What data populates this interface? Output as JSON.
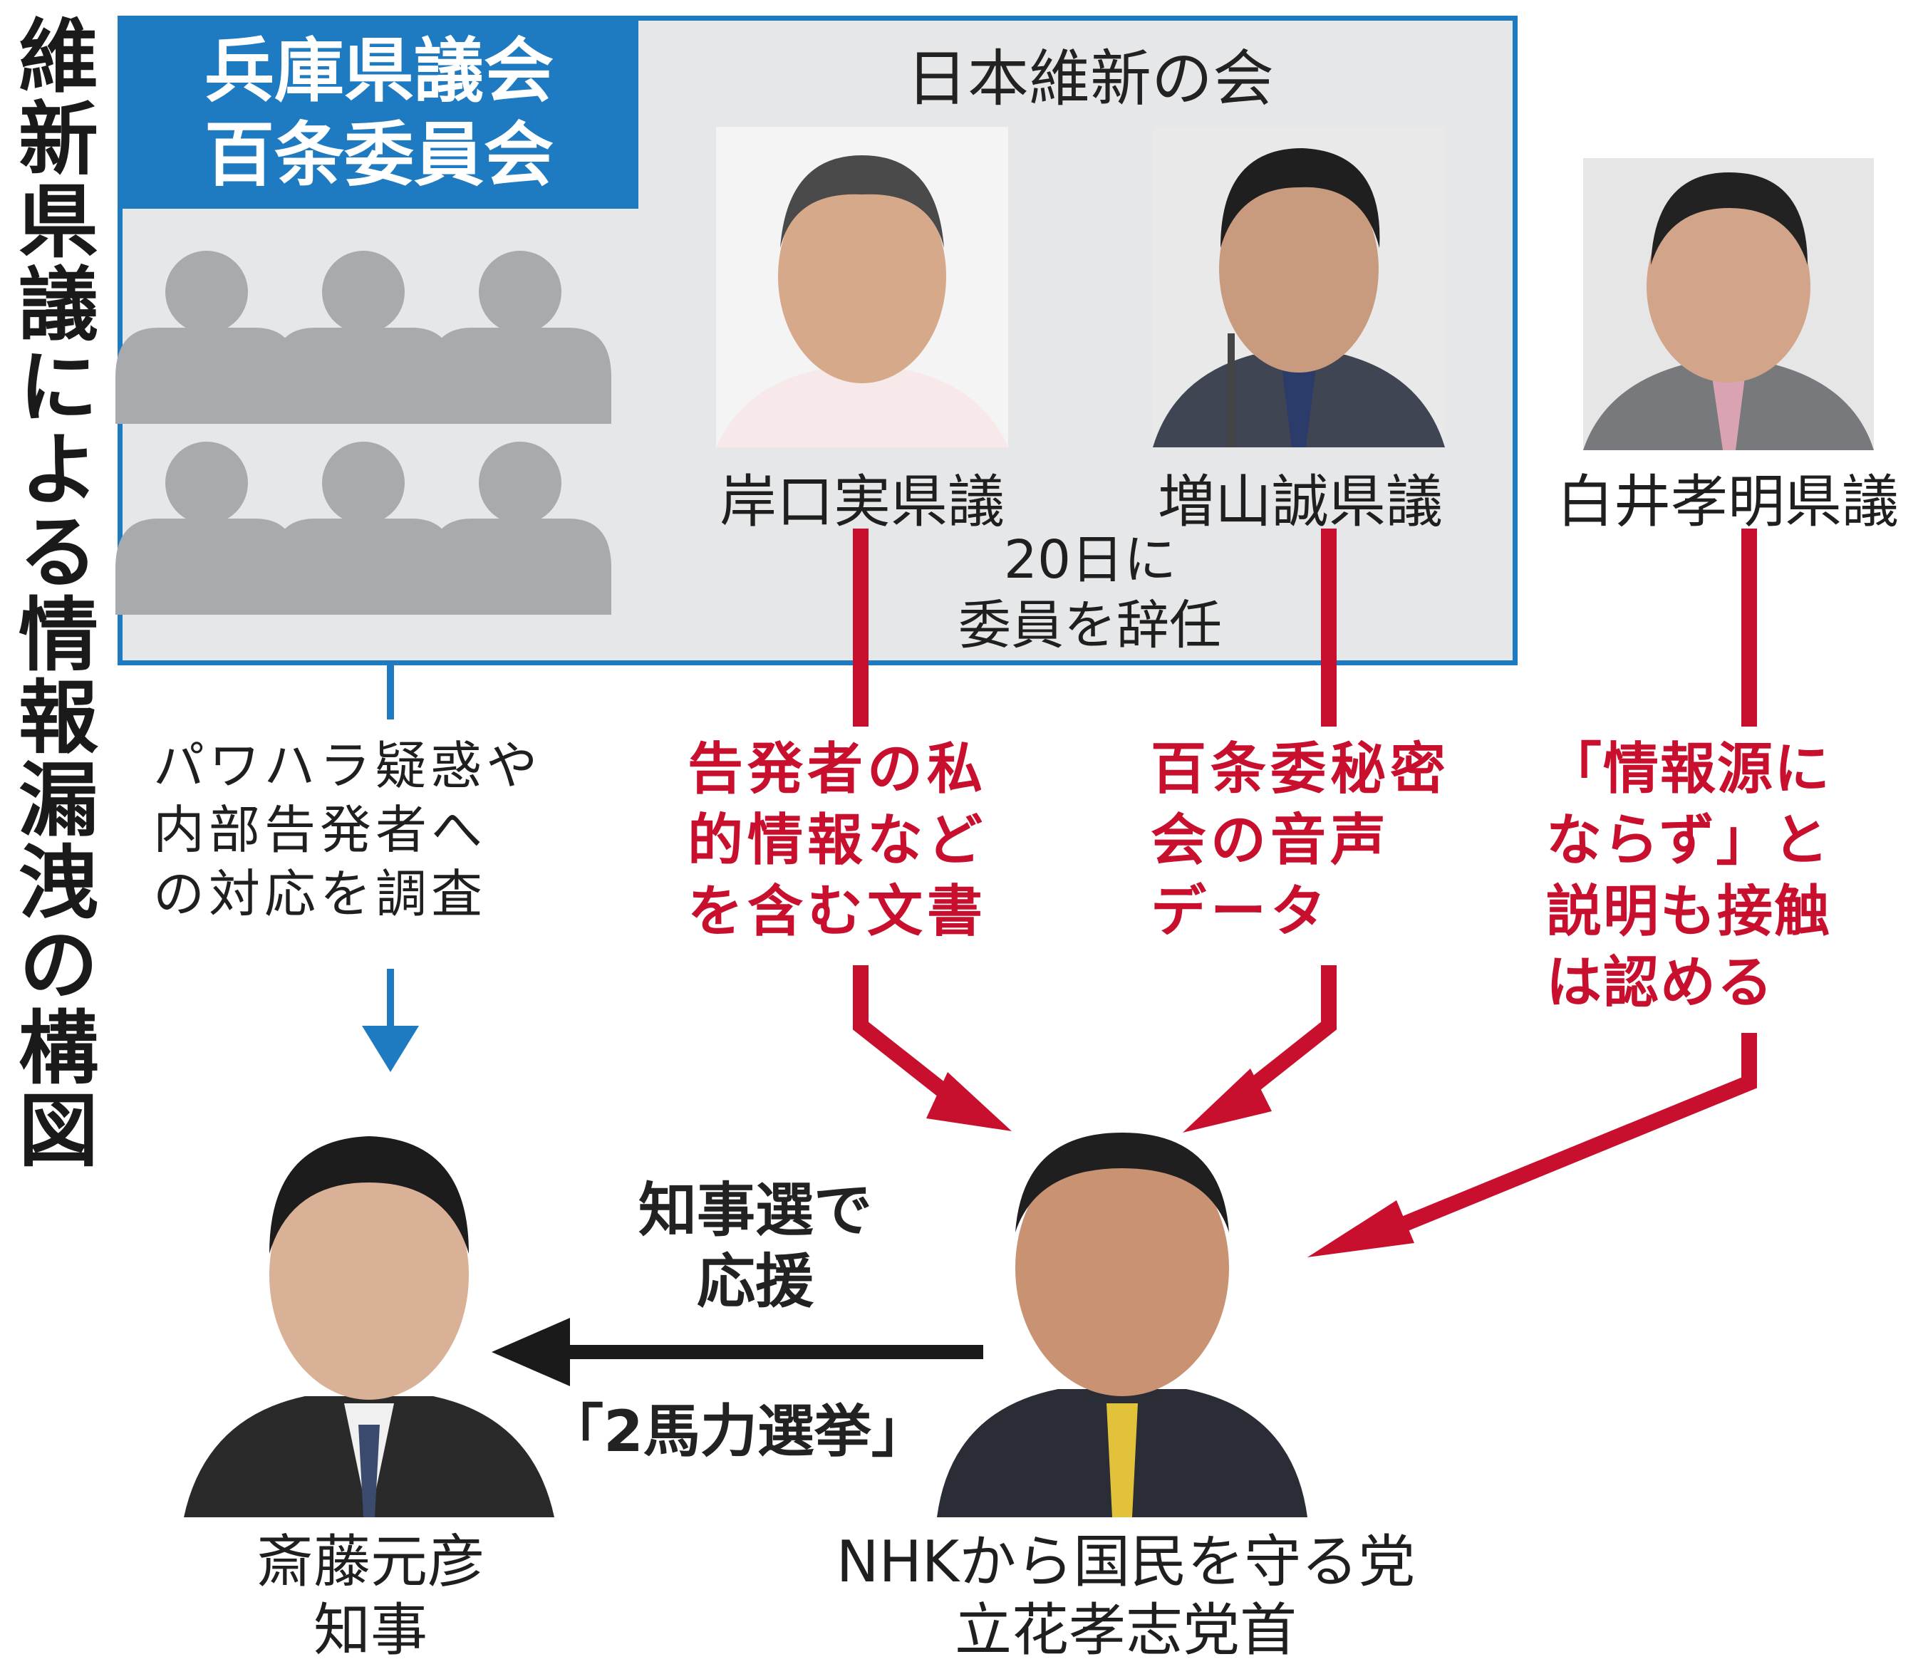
{
  "title": "維新県議による情報漏洩の構図",
  "committee": {
    "label_line1": "兵庫県議会",
    "label_line2": "百条委員会",
    "party": "日本維新の会",
    "resign_note_line1": "20日に",
    "resign_note_line2": "委員を辞任"
  },
  "people": {
    "kishiguchi": "岸口実県議",
    "masuyama": "増山誠県議",
    "shirai": "白井孝明県議",
    "saito_line1": "斎藤元彦",
    "saito_line2": "知事",
    "tachibana_line1": "NHKから国民を守る党",
    "tachibana_line2": "立花孝志党首"
  },
  "notes": {
    "investigation": [
      "パワハラ疑惑や",
      "内部告発者へ",
      "の対応を調査"
    ],
    "kishiguchi_leak": [
      "告発者の私",
      "的情報など",
      "を含む文書"
    ],
    "masuyama_leak": [
      "百条委秘密",
      "会の音声",
      "データ"
    ],
    "shirai_leak": [
      "「情報源に",
      "ならず」と",
      "説明も接触",
      "は認める"
    ],
    "support_line1": "知事選で",
    "support_line2": "応援",
    "two_horsepower": "「2馬力選挙」"
  },
  "colors": {
    "blue": "#1f7bc1",
    "red": "#c8102e",
    "gray_box": "#e6e7e8",
    "silhouette": "#a9aaad",
    "black_arrow": "#1a1a1a"
  }
}
